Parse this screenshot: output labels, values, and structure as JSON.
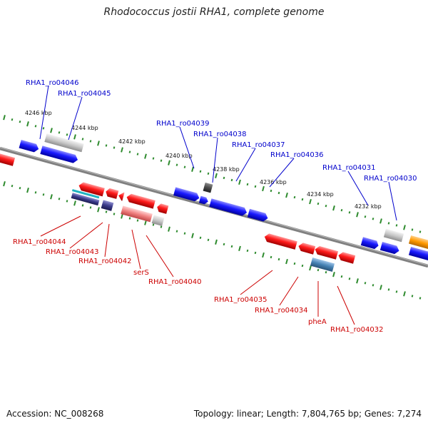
{
  "title": "Rhodococcus jostii RHA1, complete genome",
  "accession": "Accession: NC_008268",
  "topology": "Topology: linear; Length: 7,804,765 bp; Genes: 7,274",
  "colors": {
    "forward_label": "#0000cc",
    "reverse_label": "#cc0000",
    "backbone": "#7f7f7f",
    "ticks": "#2e8b2e",
    "forward_gene": "#1a1aff",
    "reverse_gene": "#ff1a1a",
    "orange_gene": "#ff9900"
  },
  "scale_labels": [
    "4246 kbp",
    "4244 kbp",
    "4242 kbp",
    "4240 kbp",
    "4238 kbp",
    "4236 kbp",
    "4234 kbp",
    "4232 kbp"
  ],
  "forward_labels": [
    "RHA1_ro04046",
    "RHA1_ro04045",
    "RHA1_ro04039",
    "RHA1_ro04038",
    "RHA1_ro04037",
    "RHA1_ro04036",
    "RHA1_ro04031",
    "RHA1_ro04030"
  ],
  "reverse_labels": [
    "RHA1_ro04044",
    "RHA1_ro04043",
    "RHA1_ro04042",
    "serS",
    "RHA1_ro04040",
    "RHA1_ro04035",
    "RHA1_ro04034",
    "pheA",
    "RHA1_ro04032"
  ]
}
